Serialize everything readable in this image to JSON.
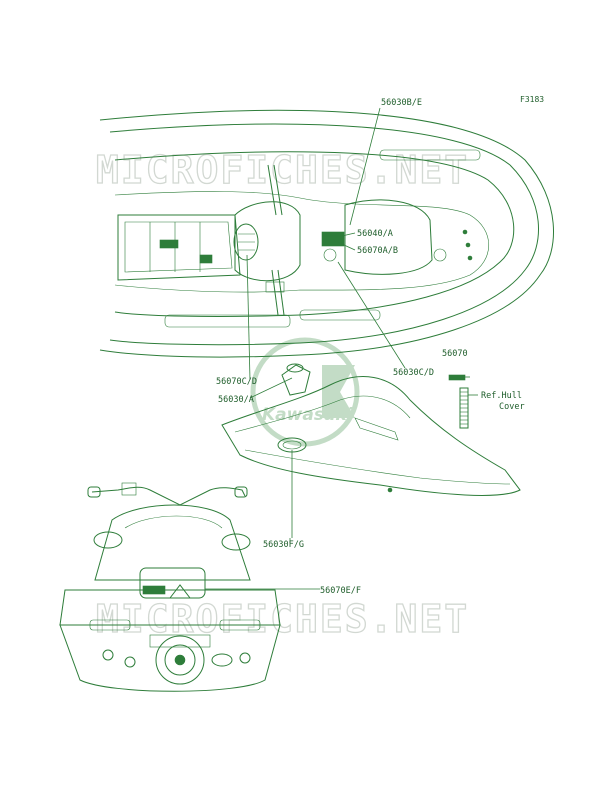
{
  "figure_code": "F3183",
  "watermarks": [
    "MICROFICHES.NET",
    "MICROFICHES.NET"
  ],
  "logo_text": "Kawasaki",
  "callouts": [
    {
      "id": "56030be",
      "text": "56030B/E"
    },
    {
      "id": "56040a",
      "text": "56040/A"
    },
    {
      "id": "56070ab",
      "text": "56070A/B"
    },
    {
      "id": "56030cd",
      "text": "56030C/D"
    },
    {
      "id": "56070",
      "text": "56070"
    },
    {
      "id": "refhull1",
      "text": "Ref.Hull"
    },
    {
      "id": "refhull2",
      "text": "Cover"
    },
    {
      "id": "56070cd",
      "text": "56070C/D"
    },
    {
      "id": "56030a",
      "text": "56030/A"
    },
    {
      "id": "56030fg",
      "text": "56030F/G"
    },
    {
      "id": "56070ef",
      "text": "56070E/F"
    }
  ],
  "colors": {
    "line": "#2e7d3a",
    "watermark": "#d2d8d2",
    "logo": "#c3dcc6"
  }
}
